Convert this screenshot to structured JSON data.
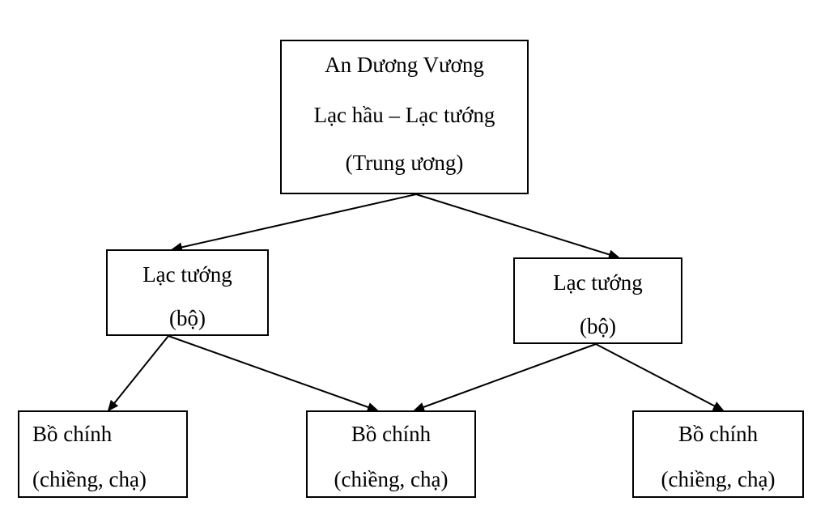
{
  "nodes": {
    "top": {
      "line1": "An Dương Vương",
      "line2": "Lạc hầu – Lạc tướng",
      "line3": "(Trung ương)"
    },
    "mid_left": {
      "line1": "Lạc tướng",
      "line2": "(bộ)"
    },
    "mid_right": {
      "line1": "Lạc tướng",
      "line2": "(bộ)"
    },
    "bot_left": {
      "line1": "Bồ chính",
      "line2": "(chiềng, chạ)"
    },
    "bot_center": {
      "line1": "Bồ chính",
      "line2": "(chiềng, chạ)"
    },
    "bot_right": {
      "line1": "Bồ chính",
      "line2": "(chiềng, chạ)"
    }
  },
  "colors": {
    "stroke": "#000000",
    "background": "#ffffff"
  }
}
